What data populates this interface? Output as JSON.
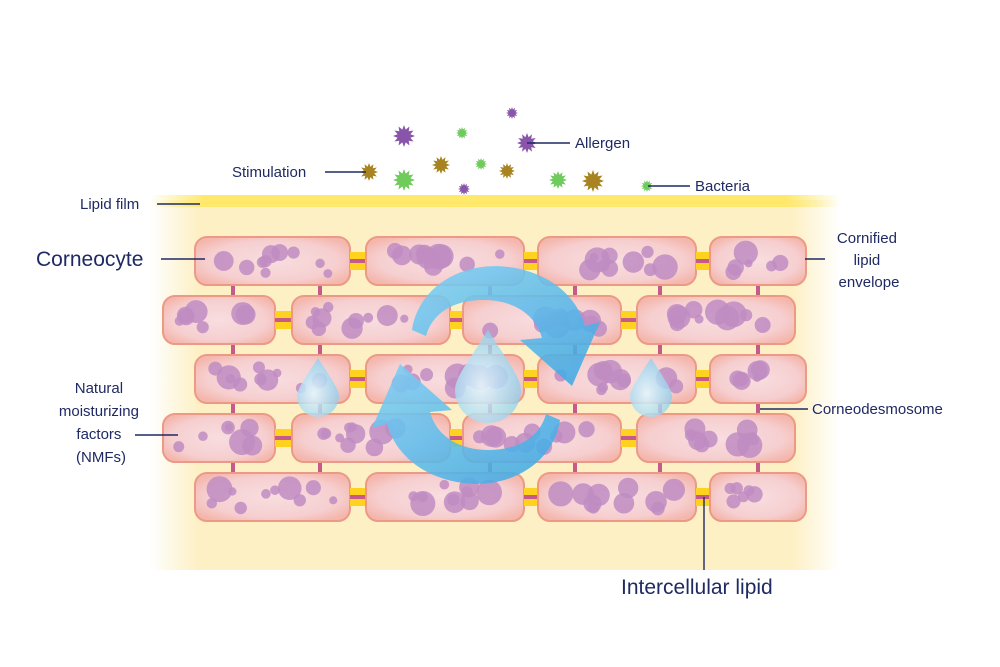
{
  "labels": {
    "stimulation": "Stimulation",
    "allergen": "Allergen",
    "bacteria": "Bacteria",
    "lipid_film": "Lipid film",
    "corneocyte": "Corneocyte",
    "cornified_envelope": [
      "Cornified",
      "lipid",
      "envelope"
    ],
    "nmf": [
      "Natural",
      "moisturizing",
      "factors",
      "(NMFs)"
    ],
    "corneodesmosome": "Corneodesmosome",
    "intercellular_lipid": "Intercellular lipid"
  },
  "colors": {
    "background": "#ffffff",
    "lipid_layer": "#fdf0c4",
    "lipid_film_bar": "#ffe86a",
    "cell_fill": "#f7c4bb",
    "cell_border": "#ec9a86",
    "cell_core": "#f6d6d8",
    "nmf_dot": "#c08cc2",
    "desmosome": "#c65a8a",
    "lipid_junction": "#ffd21f",
    "cycle_arrow": "#55b8ea",
    "water_drop": "#a9dcf3",
    "allergen": "#8855aa",
    "bacteria": "#6ecb5c",
    "stimulation": "#a88420",
    "label_text": "#1f2a63"
  },
  "icons": [
    "cycle-arrow-icon",
    "water-drop-icon",
    "allergen-particle-icon",
    "bacteria-particle-icon",
    "stimulation-particle-icon"
  ]
}
